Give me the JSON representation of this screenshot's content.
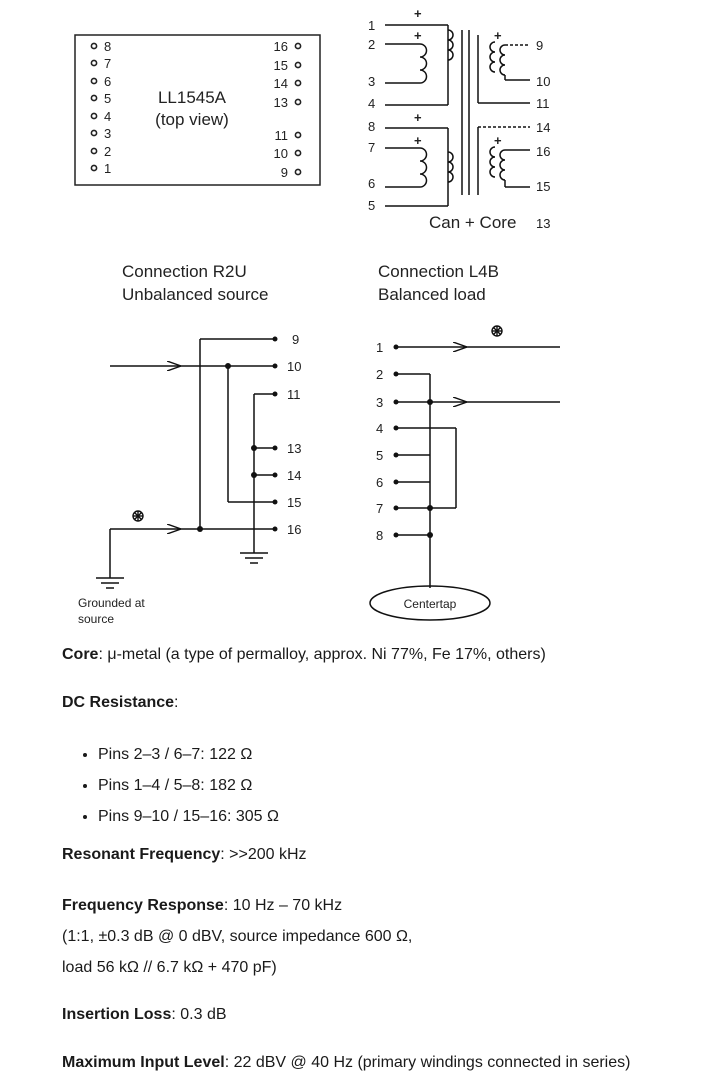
{
  "pinout": {
    "part": "LL1545A",
    "view": "(top view)",
    "left_pins": [
      "8",
      "7",
      "6",
      "5",
      "4",
      "3",
      "2",
      "1"
    ],
    "right_pins": [
      "16",
      "15",
      "14",
      "13",
      "11",
      "10",
      "9"
    ]
  },
  "schematic": {
    "pins_left": [
      "1",
      "2",
      "3",
      "4",
      "8",
      "7",
      "6",
      "5"
    ],
    "pins_right": [
      "9",
      "10",
      "11",
      "14",
      "16",
      "15"
    ],
    "plus": "+",
    "can_core": "Can + Core",
    "can_core_pin": "13"
  },
  "r2u": {
    "title": "Connection R2U",
    "subtitle": "Unbalanced source",
    "pins": [
      "9",
      "10",
      "11",
      "13",
      "14",
      "15",
      "16"
    ],
    "ground_label_1": "Grounded at",
    "ground_label_2": "source"
  },
  "l4b": {
    "title": "Connection L4B",
    "subtitle": "Balanced load",
    "pins": [
      "1",
      "2",
      "3",
      "4",
      "5",
      "6",
      "7",
      "8"
    ],
    "centertap": "Centertap"
  },
  "specs": {
    "core_label": "Core",
    "core_value": "μ-metal (a type of permalloy, approx. Ni 77%, Fe 17%, others)",
    "dc_label": "DC Resistance",
    "dc_items": [
      "Pins 2–3 / 6–7: 122 Ω",
      "Pins 1–4 / 5–8: 182 Ω",
      "Pins 9–10 / 15–16: 305 Ω"
    ],
    "res_label": "Resonant Frequency",
    "res_value": ">>200 kHz",
    "freq_label": "Frequency Response",
    "freq_value": "10 Hz – 70 kHz",
    "freq_line2": "(1:1, ±0.3 dB @ 0 dBV, source impedance 600 Ω,",
    "freq_line3": "load 56 kΩ // 6.7 kΩ + 470 pF)",
    "ins_label": "Insertion Loss",
    "ins_value": "0.3 dB",
    "max_label": "Maximum Input Level",
    "max_value": "22 dBV @ 40 Hz (primary windings connected in series)"
  }
}
